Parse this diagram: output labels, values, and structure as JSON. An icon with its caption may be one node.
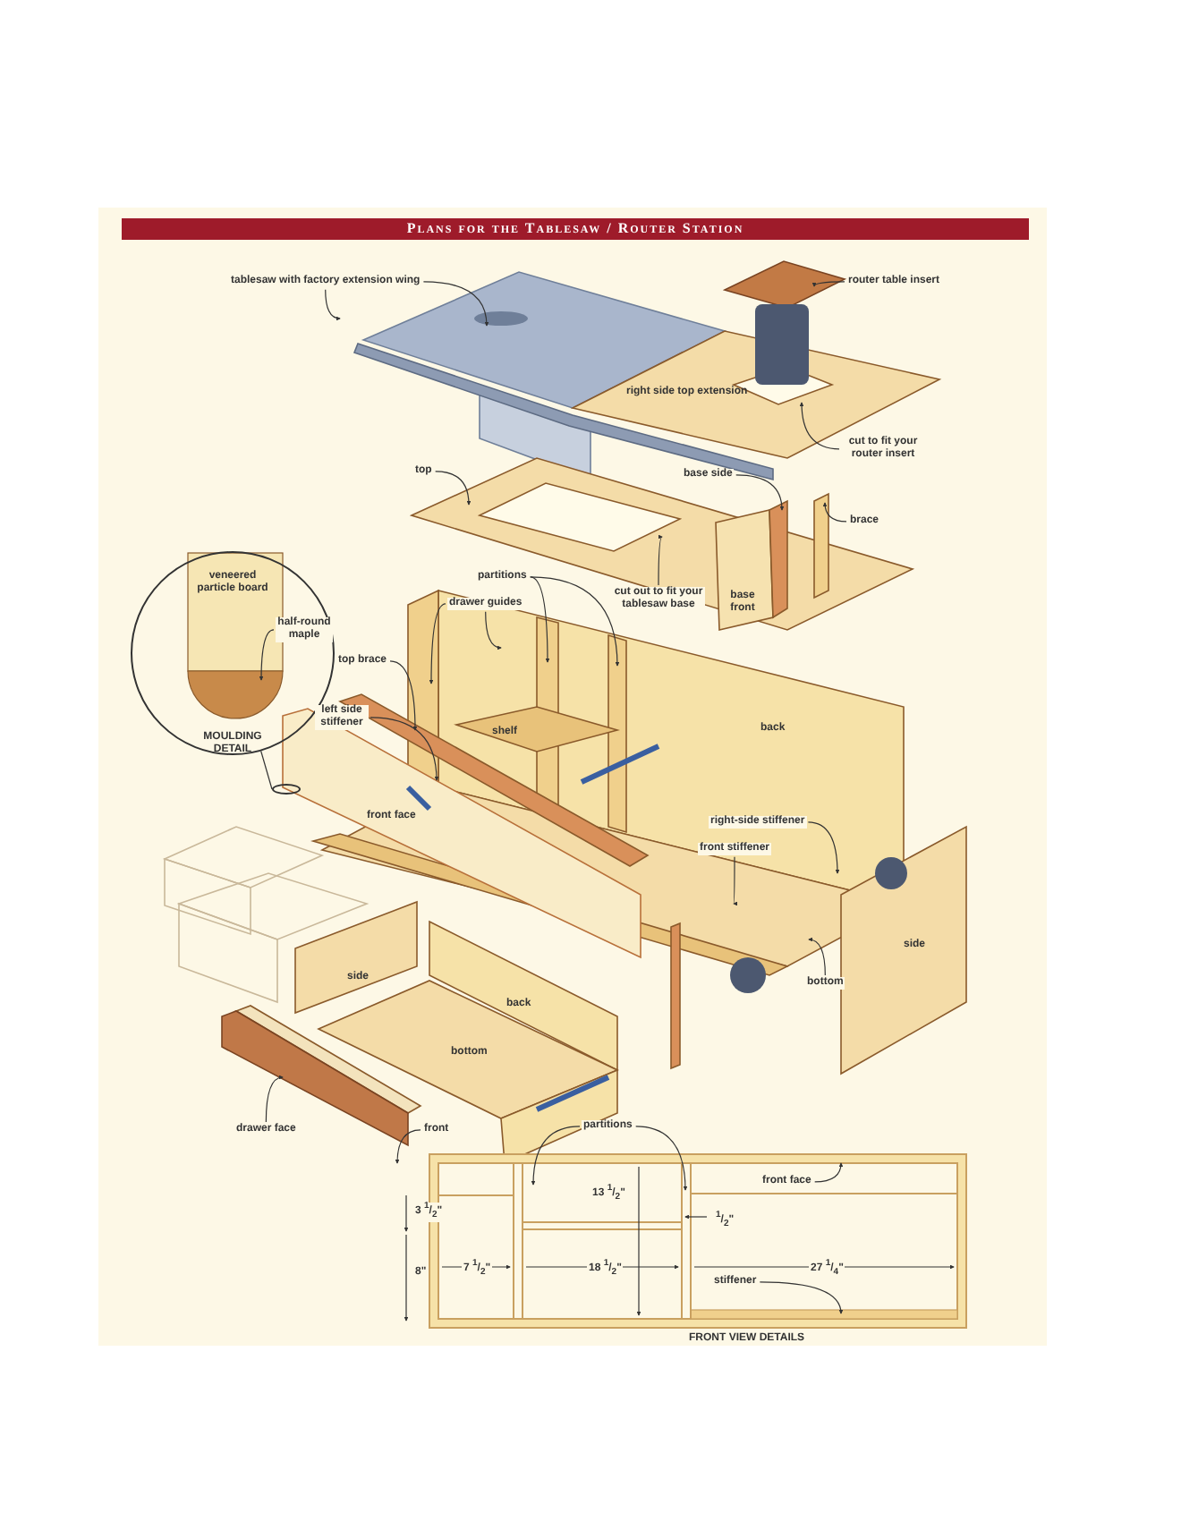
{
  "diagram": {
    "title": "Plans for the Tablesaw / Router Station",
    "nodes": [
      {
        "text": [
          "tablesaw with factory extension wing"
        ]
      },
      {
        "text": [
          "router table insert"
        ]
      },
      {
        "text": [
          "cut to fit your router insert"
        ]
      },
      {
        "text": [
          "top"
        ]
      },
      {
        "text": [
          "base side"
        ]
      },
      {
        "text": [
          "brace"
        ]
      },
      {
        "text": [
          "cut out to fit your tablesaw base"
        ]
      },
      {
        "text": [
          "veneered particle board",
          "MOULDING DETAIL"
        ]
      },
      {
        "text": [
          "half-round maple"
        ],
        "in": 7
      },
      {
        "text": [],
        "shape": "circle"
      },
      {
        "text": [
          "partitions"
        ]
      },
      {
        "text": [
          "drawer guides"
        ]
      },
      {
        "text": [
          "top brace"
        ]
      },
      {
        "text": [
          "left side stiffener"
        ]
      },
      {
        "text": [
          "right-side stiffener"
        ]
      },
      {
        "text": [
          "front stiffener"
        ]
      },
      {
        "text": [
          "bottom"
        ]
      },
      {
        "text": [
          "drawer face"
        ]
      },
      {
        "text": [
          "front"
        ]
      },
      {
        "text": [
          "partitions"
        ]
      },
      {
        "text": [
          "front face"
        ]
      },
      {
        "text": [
          "stiffener"
        ]
      },
      {
        "text": [],
        "shape": "box"
      },
      {
        "text": [],
        "shape": "box"
      }
    ],
    "edges": [
      {
        "from": 0,
        "to": null,
        "arrow": "to"
      },
      {
        "from": 0,
        "to": null,
        "arrow": "to"
      },
      {
        "from": 1,
        "to": null,
        "arrow": "to"
      },
      {
        "from": 2,
        "to": null,
        "arrow": "to"
      },
      {
        "from": 3,
        "to": null,
        "arrow": "to"
      },
      {
        "from": 4,
        "to": 22,
        "arrow": "to"
      },
      {
        "from": 5,
        "to": 23,
        "arrow": "to"
      },
      {
        "from": 6,
        "to": null,
        "arrow": "to"
      },
      {
        "from": 7,
        "to": 9,
        "arrow": "none"
      },
      {
        "from": 8,
        "to": null,
        "arrow": "to"
      },
      {
        "from": 10,
        "to": null,
        "arrow": "to"
      },
      {
        "from": 10,
        "to": null,
        "arrow": "to"
      },
      {
        "from": 11,
        "to": null,
        "arrow": "to"
      },
      {
        "from": 11,
        "to": null,
        "arrow": "to"
      },
      {
        "from": 12,
        "to": null,
        "arrow": "to"
      },
      {
        "from": 13,
        "to": null,
        "arrow": "to"
      },
      {
        "from": 14,
        "to": null,
        "arrow": "to"
      },
      {
        "from": 15,
        "to": null,
        "arrow": "to"
      },
      {
        "from": 16,
        "to": null,
        "arrow": "to"
      },
      {
        "from": 17,
        "to": null,
        "arrow": "to"
      },
      {
        "from": 18,
        "to": null,
        "arrow": "to"
      },
      {
        "from": 19,
        "to": null,
        "arrow": "to"
      },
      {
        "from": 19,
        "to": null,
        "arrow": "to"
      },
      {
        "from": 20,
        "to": null,
        "arrow": "to"
      },
      {
        "from": 21,
        "to": null,
        "arrow": "to"
      }
    ],
    "labels": [
      "right side top extension",
      "base front",
      "shelf",
      "back",
      "front face",
      "side",
      "side",
      "back",
      "bottom",
      "13 $^{1}$/$_{2}$\"",
      "$^{1}$/$_{2}$\"",
      "3 $^{1}$/$_{2}$\"",
      "8\"",
      "7 $^{1}$/$_{2}$\"",
      "18 $^{1}$/$_{2}$\"",
      "27 $^{1}$/$_{4}$\"",
      "FRONT VIEW DETAILS"
    ]
  }
}
